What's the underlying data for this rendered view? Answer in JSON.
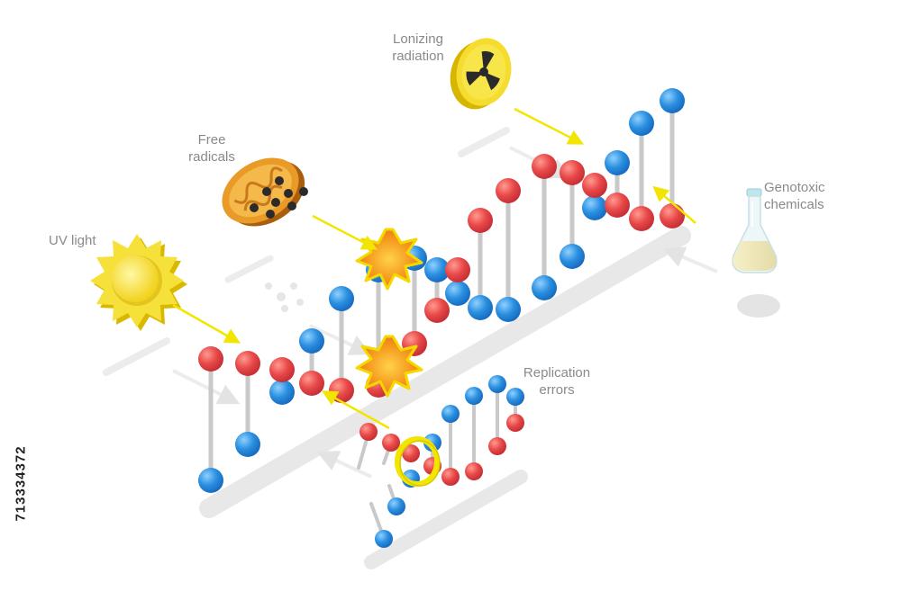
{
  "labels": {
    "uv_light": "UV light",
    "free_radicals_line1": "Free",
    "free_radicals_line2": "radicals",
    "ionizing_line1": "Lonizing",
    "ionizing_line2": "radiation",
    "genotoxic_line1": "Genotoxic",
    "genotoxic_line2": "chemicals",
    "replication_line1": "Replication",
    "replication_line2": "errors"
  },
  "stock_id": "713334372",
  "colors": {
    "nucleotide_red": "#e84848",
    "nucleotide_blue": "#2a8fe0",
    "rod": "#c9c9c9",
    "arrow": "#f2e600",
    "sun": "#f5e13a",
    "damage_burst": "#f59a1e",
    "shadow": "#e6e6e6",
    "label_text": "#8a8a8a"
  },
  "icons": [
    "sun-icon",
    "mitochondria-icon",
    "radiation-icon",
    "flask-icon",
    "damage-burst-icon",
    "replication-error-ring-icon"
  ]
}
